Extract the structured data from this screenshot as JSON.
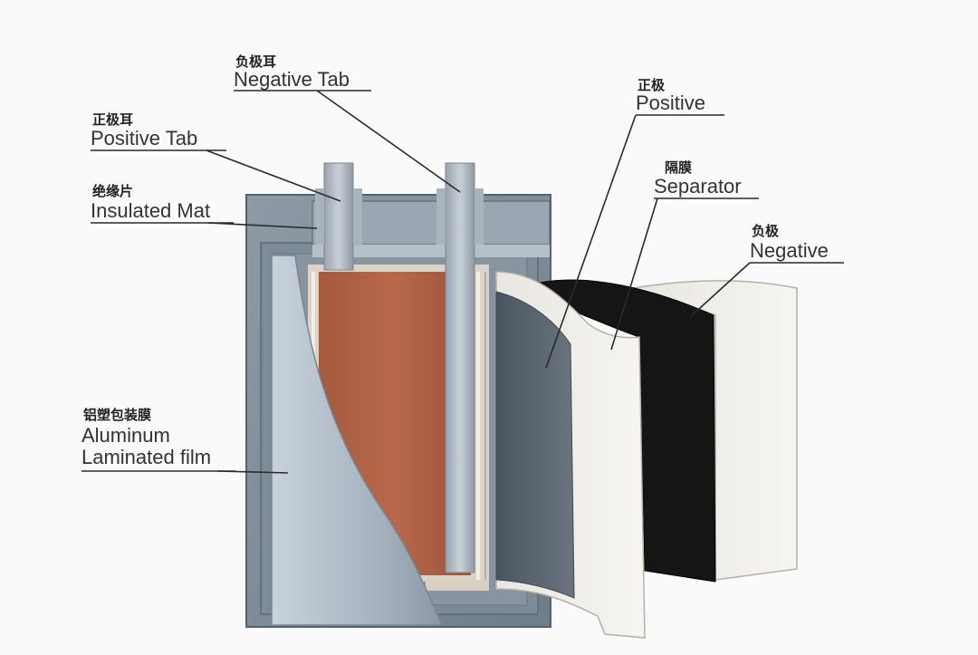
{
  "labels": {
    "negative_tab": {
      "cn": "负极耳",
      "en": "Negative Tab"
    },
    "positive_tab": {
      "cn": "正极耳",
      "en": "Positive Tab"
    },
    "insulated_mat": {
      "cn": "绝缘片",
      "en": "Insulated Mat"
    },
    "aluminum_film": {
      "cn": "铝塑包装膜",
      "en_line1": "Aluminum",
      "en_line2": "Laminated film"
    },
    "positive": {
      "cn": "正极",
      "en": "Positive"
    },
    "separator": {
      "cn": "隔膜",
      "en": "Separator"
    },
    "negative": {
      "cn": "负极",
      "en": "Negative"
    }
  }
}
